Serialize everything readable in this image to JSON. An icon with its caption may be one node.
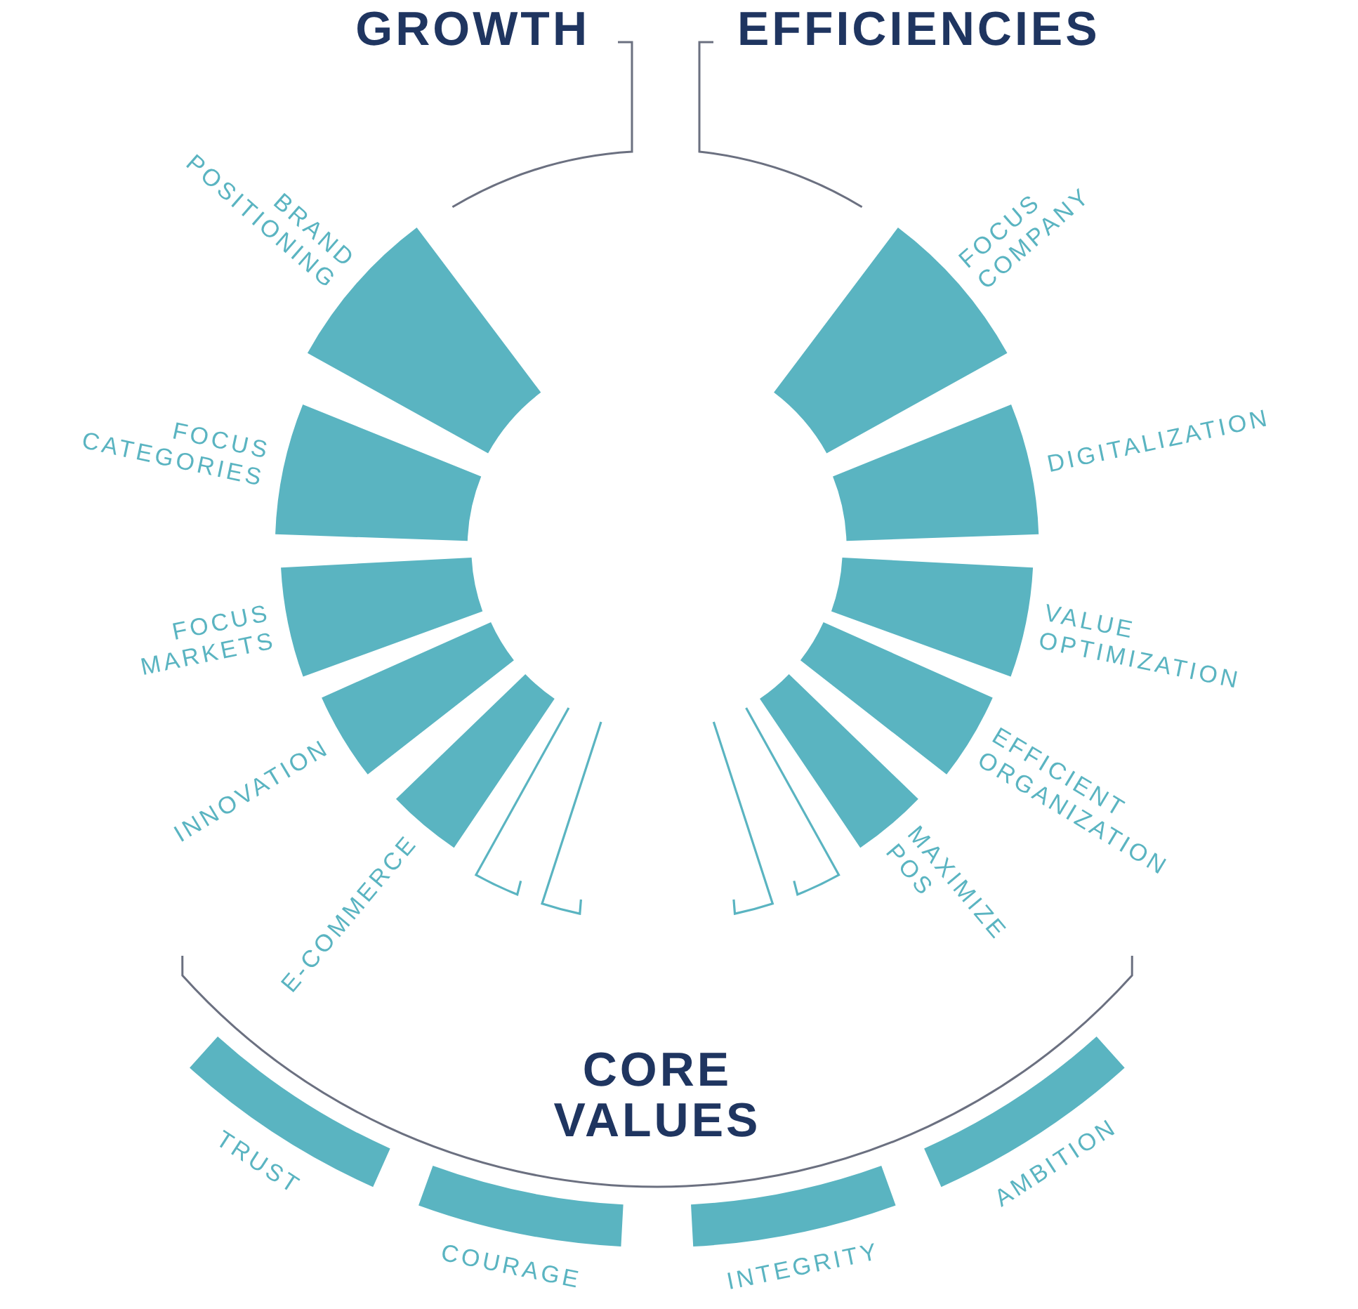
{
  "diagram": {
    "nodes": [
      {
        "text": [
          "BRAND POSITIONING"
        ]
      },
      {
        "text": [
          "FOCUS CATEGORIES"
        ]
      },
      {
        "text": [
          "FOCUS MARKETS"
        ]
      },
      {
        "text": [
          "INNOVATION"
        ]
      },
      {
        "text": [
          "E-COMMERCE"
        ]
      },
      {
        "text": [],
        "shape": "bar"
      },
      {
        "text": [],
        "shape": "bar"
      },
      {
        "text": [],
        "shape": "bar"
      },
      {
        "text": [],
        "shape": "bar"
      },
      {
        "text": [
          "FOCUS COMPANY"
        ]
      },
      {
        "text": [
          "DIGITALIZATION"
        ]
      },
      {
        "text": [
          "VALUE OPTIMIZATION"
        ]
      },
      {
        "text": [
          "EFFICIENT ORGANIZATION"
        ]
      },
      {
        "text": [
          "MAXIMIZE POS"
        ]
      },
      {
        "text": [
          "TRUST"
        ]
      },
      {
        "text": [
          "COURAGE"
        ]
      },
      {
        "text": [
          "INTEGRITY"
        ]
      },
      {
        "text": [
          "AMBITION"
        ]
      }
    ],
    "labels": [
      "GROWTH",
      "EFFICIENCIES",
      "CORE VALUES"
    ]
  }
}
